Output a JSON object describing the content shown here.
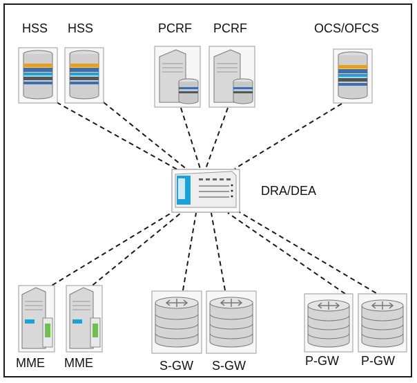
{
  "nodes": {
    "hss_1": {
      "label": "HSS",
      "icon": "database-server-icon"
    },
    "hss_2": {
      "label": "HSS",
      "icon": "database-server-icon"
    },
    "pcrf_1": {
      "label": "PCRF",
      "icon": "tower-server-icon"
    },
    "pcrf_2": {
      "label": "PCRF",
      "icon": "tower-server-icon"
    },
    "ocs_ofcs": {
      "label": "OCS/OFCS",
      "icon": "database-server-icon"
    },
    "dra_dea": {
      "label": "DRA/DEA",
      "icon": "router-appliance-icon"
    },
    "mme_1": {
      "label": "MME",
      "icon": "tower-server-icon"
    },
    "mme_2": {
      "label": "MME",
      "icon": "tower-server-icon"
    },
    "sgw_1": {
      "label": "S-GW",
      "icon": "gateway-stack-icon"
    },
    "sgw_2": {
      "label": "S-GW",
      "icon": "gateway-stack-icon"
    },
    "pgw_1": {
      "label": "P-GW",
      "icon": "gateway-stack-icon"
    },
    "pgw_2": {
      "label": "P-GW",
      "icon": "gateway-stack-icon"
    }
  },
  "colors": {
    "border": "#1a1a1a",
    "link": "#1a1a1a",
    "disk_band": "#3a6fb0",
    "accent_green": "#6cc24a",
    "accent_cyan": "#1aa3d9"
  }
}
